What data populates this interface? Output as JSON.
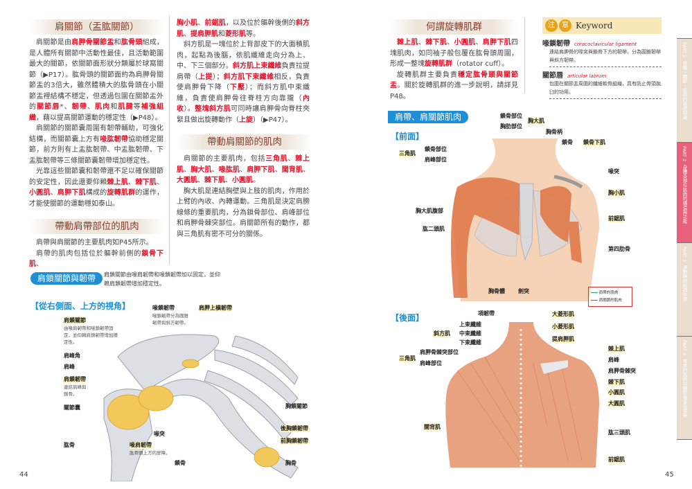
{
  "left_page": {
    "page_number": "44",
    "sec1": {
      "title": "肩關節（盂肱關節）",
      "paragraphs": [
        [
          {
            "t": "肩關節是由"
          },
          {
            "t": "肩胛骨關節盂",
            "h": true
          },
          {
            "t": "和"
          },
          {
            "t": "肱骨頭",
            "h": true
          },
          {
            "t": "組成，是人體所有關節中活動性最佳，且活動範圍最大的關節，依關節面形狀分類屬於球窩關節（▶P17）。肱骨頭的關節面約為肩胛骨關節盂的3倍大，雖然體積大的肱骨頭在小關節盂裡結構不穩定，但透過包圍在關節盂外的"
          },
          {
            "t": "關節唇",
            "h": true
          },
          {
            "t": "*、"
          },
          {
            "t": "韌帶",
            "h": true
          },
          {
            "t": "、"
          },
          {
            "t": "肌肉",
            "h": true
          },
          {
            "t": "和"
          },
          {
            "t": "肌腱",
            "h": true
          },
          {
            "t": "等"
          },
          {
            "t": "補強組織",
            "h": true
          },
          {
            "t": "，藉以提高關節運動的穩定性（▶P48）。"
          }
        ],
        [
          {
            "t": "肩關節的關節囊周圍有韌帶輔助，可強化結構，而關節囊上方有"
          },
          {
            "t": "喙肱韌帶",
            "h": true
          },
          {
            "t": "協助穩定關節，前方則有上盂肱韌帶、中盂肱韌帶、下盂肱韌帶等三條關節囊韌帶增加穩定性。"
          }
        ],
        [
          {
            "t": "光靠這些關節囊和韌帶還不足以確保關節的安定性，因此還要仰賴"
          },
          {
            "t": "棘上肌",
            "h": true
          },
          {
            "t": "、"
          },
          {
            "t": "棘下肌",
            "h": true
          },
          {
            "t": "、"
          },
          {
            "t": "小圓肌",
            "h": true
          },
          {
            "t": "、"
          },
          {
            "t": "肩胛下肌",
            "h": true
          },
          {
            "t": "構成的"
          },
          {
            "t": "旋轉肌群",
            "h": true
          },
          {
            "t": "的運作，才能使關節的運動穩如泰山。"
          }
        ]
      ]
    },
    "sec2": {
      "title": "帶動肩帶部位的肌肉",
      "paragraphs": [
        [
          {
            "t": "肩帶與肩關節的主要肌肉如P45所示。"
          }
        ],
        [
          {
            "t": "肩帶的肌肉包括位於軀幹前側的"
          },
          {
            "t": "鎖骨下肌",
            "h": true
          },
          {
            "t": "、"
          }
        ]
      ]
    },
    "sec2_cont": [
      [
        {
          "t": "胸小肌",
          "h": true
        },
        {
          "t": "、"
        },
        {
          "t": "前鋸肌",
          "h": true
        },
        {
          "t": "，以及位於軀幹後側的"
        },
        {
          "t": "斜方肌",
          "h": true
        },
        {
          "t": "、"
        },
        {
          "t": "提肩胛肌",
          "h": true
        },
        {
          "t": "和"
        },
        {
          "t": "菱形肌",
          "h": true
        },
        {
          "t": "等。"
        }
      ],
      [
        {
          "t": "斜方肌是一塊位於上背部皮下的大面積肌肉，起點為後腦，依肌纖維走向分為上、中、下三個部分。"
        },
        {
          "t": "斜方肌上束纖維",
          "h": true
        },
        {
          "t": "負責拉提肩帶（"
        },
        {
          "t": "上提",
          "h": true
        },
        {
          "t": "）；"
        },
        {
          "t": "斜方肌下束纖維",
          "h": true
        },
        {
          "t": "相反，負責使肩胛骨下降（"
        },
        {
          "t": "下壓",
          "h": true
        },
        {
          "t": "）；而斜方肌中束纖維，負責使肩胛骨往脊柱方向靠攏（"
        },
        {
          "t": "內收",
          "h": true
        },
        {
          "t": "）。"
        },
        {
          "t": "整塊斜方肌",
          "h": true
        },
        {
          "t": "可同時讓肩胛骨向脊柱夾緊且做出旋轉動作（"
        },
        {
          "t": "上旋",
          "h": true
        },
        {
          "t": "）（▶P47）。"
        }
      ]
    ],
    "sec3": {
      "title": "帶動肩關節的肌肉",
      "paragraphs": [
        [
          {
            "t": "肩關節的主要肌肉，包括"
          },
          {
            "t": "三角肌",
            "h": true
          },
          {
            "t": "、"
          },
          {
            "t": "棘上肌",
            "h": true
          },
          {
            "t": "、"
          },
          {
            "t": "胸大肌",
            "h": true
          },
          {
            "t": "、"
          },
          {
            "t": "喙肱肌",
            "h": true
          },
          {
            "t": "、"
          },
          {
            "t": "肩胛下肌",
            "h": true
          },
          {
            "t": "、"
          },
          {
            "t": "闊背肌",
            "h": true
          },
          {
            "t": "、"
          },
          {
            "t": "大圓肌",
            "h": true
          },
          {
            "t": "、"
          },
          {
            "t": "棘下肌",
            "h": true
          },
          {
            "t": "、"
          },
          {
            "t": "小圓肌",
            "h": true
          },
          {
            "t": "。"
          }
        ],
        [
          {
            "t": "胸大肌是連結胸壁與上肢的肌肉，作用於上臂的內收、內轉運動。三角肌是決定肩膀線條的重要肌肉，分為鎖骨部位、肩峰部位和肩胛骨棘突部位。肩關節所有的動作，都與三角肌有密不可分的關係。"
          }
        ]
      ]
    },
    "figure": {
      "pill": "肩鎖關節與韌帶",
      "caption": "肩鎖關節由喙肩韌帶和喙鎖韌帶加以固定，並仰賴肩鎖韌帶增加穩定性。",
      "view": "【從右側面、上方的視角】",
      "labels": {
        "coracoclavicular": "喙鎖韌帶",
        "coracoclavicular_sub": "喙鎖韌帶分為圓錐韌帶與斜方韌帶。",
        "sup_transverse": "肩胛上橫韌帶",
        "ac_joint": "肩鎖關節",
        "ac_joint_sub": "由喙肩韌帶和喙鎖韌帶固定，並仰賴肩鎖韌帶增加穩定性。",
        "acromial_angle": "肩峰角",
        "acromion": "肩峰",
        "ac_ligament": "肩鎖韌帶",
        "ac_ligament_sub": "連結肩峰與鎖骨。",
        "capsule": "關節囊",
        "humerus": "肱骨",
        "coracoid": "喙突",
        "coracoacromial": "喙肩韌帶",
        "coracoacromial_sub": "肱骨頭上方的屏障。",
        "clavicle": "鎖骨",
        "sc_joint": "胸鎖關節",
        "post_sc": "後胸鎖韌帶",
        "ant_sc": "前胸鎖韌帶",
        "sternum": "胸骨"
      }
    }
  },
  "right_page": {
    "page_number": "45",
    "rotator": {
      "title": "何謂旋轉肌群",
      "paragraphs": [
        [
          {
            "t": "棘上肌",
            "h": true
          },
          {
            "t": "、"
          },
          {
            "t": "棘下肌",
            "h": true
          },
          {
            "t": "、"
          },
          {
            "t": "小圓肌",
            "h": true
          },
          {
            "t": "、"
          },
          {
            "t": "肩胛下肌",
            "h": true
          },
          {
            "t": "四塊肌肉，如同袖子般包覆在肱骨頭周圍，形成一整塊"
          },
          {
            "t": "旋轉肌群",
            "h": true
          },
          {
            "t": "（rotator cuff）。"
          }
        ],
        [
          {
            "t": "旋轉肌群主要負責"
          },
          {
            "t": "穩定肱骨頭與關節盂",
            "h": true
          },
          {
            "t": "。關於旋轉肌群的進一步說明，請詳見P48。"
          }
        ]
      ]
    },
    "keyword": {
      "badge1": "注",
      "badge2": "意",
      "title": "Keyword",
      "items": [
        {
          "term": "喙鎖韌帶",
          "en": "coracoclavicular ligament",
          "desc": "連結肩胛骨的喙突與鎖骨下方的韌帶，分為圓錐韌帶與斜方韌帶。"
        },
        {
          "term": "關節唇",
          "en": "articular labrum",
          "desc": "包圍在關節盂周圍的纖維軟骨組織，具有防止骨頭脫臼的功用。"
        }
      ]
    },
    "figure": {
      "pill": "肩帶、肩關節肌肉",
      "front": {
        "view": "【前面】",
        "labels": {
          "clav_part": "鎖骨部位",
          "sternocostal": "胸肋部位",
          "pec_major": "胸大肌",
          "manubrium": "胸骨柄",
          "clavicle": "鎖骨",
          "subclavius": "鎖骨下肌",
          "deltoid": "三角肌",
          "d_clav": "鎖骨部位",
          "d_acrom": "肩峰部位",
          "coracoid": "喙突",
          "pec_minor": "胸小肌",
          "serratus": "前鋸肌",
          "rib4": "第四肋骨",
          "pec_abd": "胸大肌腹部",
          "biceps": "肱二頭肌",
          "body": "胸骨體",
          "xiphoid": "劍突"
        }
      },
      "legend": [
        {
          "label": "肩帶的肌肉",
          "color": "#2aa86a"
        },
        {
          "label": "肩關節的肌肉",
          "color": "#1e7fc6"
        }
      ],
      "back": {
        "view": "【後面】",
        "labels": {
          "nuchal": "項韌帶",
          "rh_major": "大菱形肌",
          "upper": "上束纖維",
          "middle": "中束纖維",
          "lower": "下束纖維",
          "trapezius": "斜方肌",
          "rh_minor": "小菱形肌",
          "levator": "提肩胛肌",
          "supraspinatus": "棘上肌",
          "acromion": "肩峰",
          "spine": "肩胛骨棘突",
          "infraspinatus": "棘下肌",
          "teres_minor": "小圓肌",
          "teres_major": "大圓肌",
          "triceps": "肱三頭肌",
          "serratus": "前鋸肌",
          "deltoid": "三角肌",
          "d_spine": "肩胛骨棘突部位",
          "d_acrom": "肩峰部位",
          "lat": "闊背肌"
        }
      }
    },
    "side_tabs": [
      {
        "part": "PART 1",
        "label": "骨骼・關節・肌肉的基礎知識",
        "active": false
      },
      {
        "part": "PART 2",
        "label": "身體各部位肌肉的構造與功能",
        "active": true
      },
      {
        "part": "PART 3",
        "label": "運動時的肌肉作用",
        "active": false
      },
      {
        "part": "PART 4",
        "label": "常見的肌肉與關節傷害及保養",
        "active": false
      }
    ]
  },
  "colors": {
    "highlight": "#e0142a",
    "accent": "#1e8fd6",
    "tab_active": "#e9607a",
    "heading": "#8a3a2a"
  }
}
